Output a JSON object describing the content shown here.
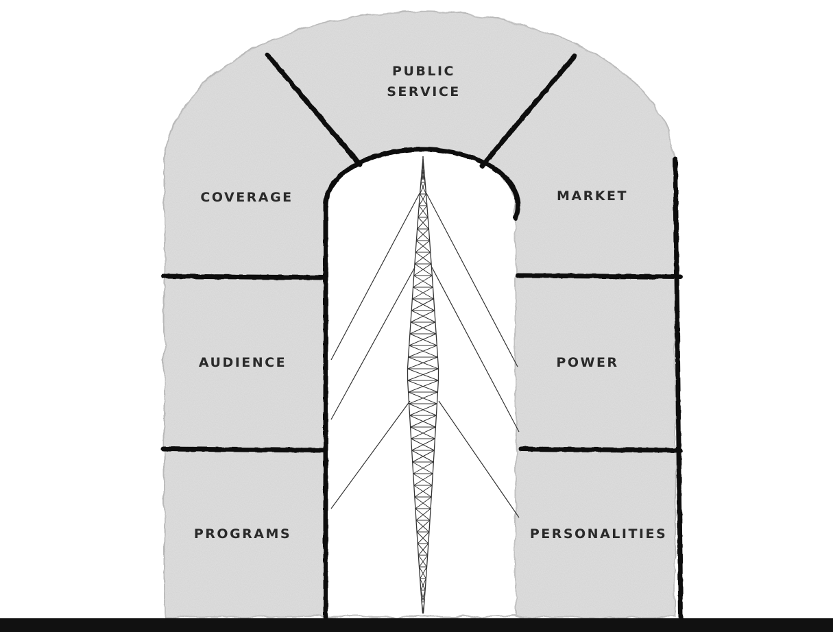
{
  "stones": {
    "public_service": [
      "PUBLIC",
      "SERVICE"
    ],
    "coverage": "COVERAGE",
    "market": "MARKET",
    "audience": "AUDIENCE",
    "power": "POWER",
    "programs": "PROGRAMS",
    "personalities": "PERSONALITIES"
  },
  "colors": {
    "stone": "#d4d4d4",
    "stone_edge": "#b9b9b9",
    "outline": "#111111",
    "ground": "#111111",
    "text": "#2a2a2a"
  }
}
